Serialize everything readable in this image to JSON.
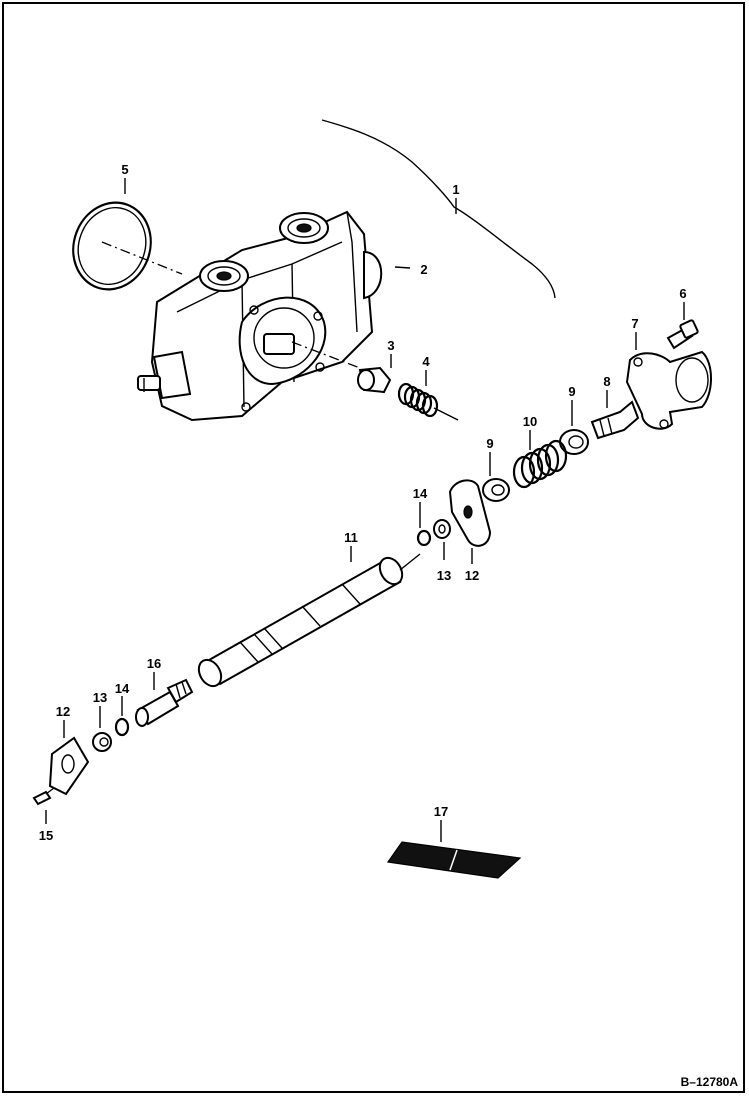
{
  "diagram": {
    "figure_id": "B–12780A",
    "callouts": {
      "c1": "1",
      "c2": "2",
      "c3": "3",
      "c4": "4",
      "c5": "5",
      "c6": "6",
      "c7": "7",
      "c8": "8",
      "c9a": "9",
      "c9b": "9",
      "c10": "10",
      "c11": "11",
      "c12a": "12",
      "c12b": "12",
      "c13a": "13",
      "c13b": "13",
      "c14a": "14",
      "c14b": "14",
      "c15": "15",
      "c16": "16",
      "c17": "17"
    }
  }
}
